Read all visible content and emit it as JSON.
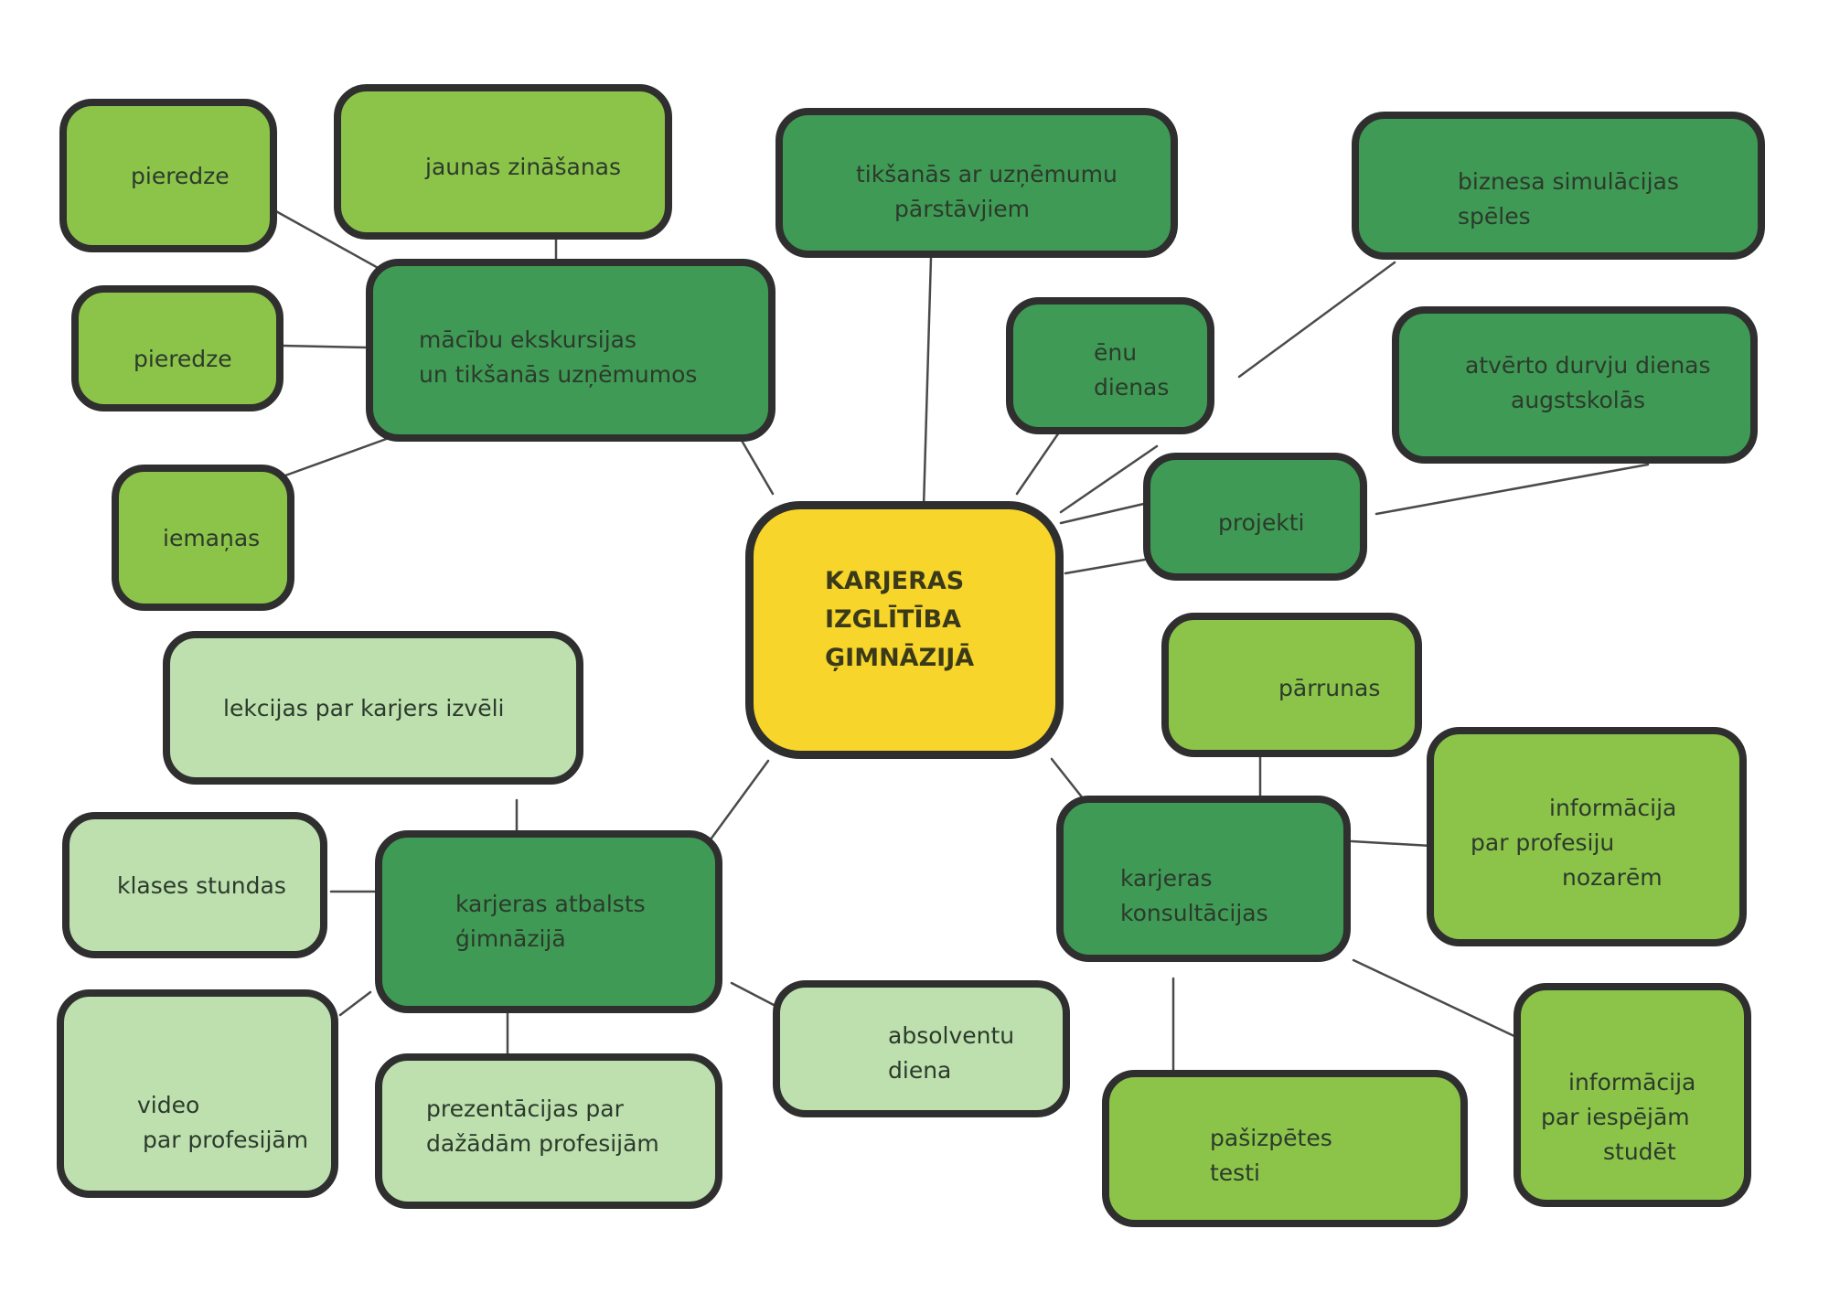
{
  "center": {
    "lines": [
      "KARJERAS",
      "IZGLĪTĪBA",
      "ĢIMNĀZIJĀ"
    ]
  },
  "nodes": [
    {
      "id": "pieredze-1",
      "lines": [
        "pieredze"
      ]
    },
    {
      "id": "jaunas-zinasanas",
      "lines": [
        "jaunas zināšanas"
      ]
    },
    {
      "id": "tiksanas-ar-uznemumu",
      "lines": [
        "tikšanās ar uzņēmumu",
        "pārstāvjiem"
      ]
    },
    {
      "id": "biznesa-simulacijas",
      "lines": [
        "biznesa simulācijas",
        "spēles"
      ]
    },
    {
      "id": "pieredze-2",
      "lines": [
        "pieredze"
      ]
    },
    {
      "id": "macibu-ekskursijas",
      "lines": [
        "mācību ekskursijas",
        "un tikšanās uzņēmumos"
      ]
    },
    {
      "id": "enu-dienas",
      "lines": [
        "ēnu",
        "dienas"
      ]
    },
    {
      "id": "atverto-durvju",
      "lines": [
        "atvērto durvju dienas",
        "augstskolās"
      ]
    },
    {
      "id": "iemanas",
      "lines": [
        "iemaņas"
      ]
    },
    {
      "id": "projekti",
      "lines": [
        "projekti"
      ]
    },
    {
      "id": "lekcijas",
      "lines": [
        "lekcijas par karjers izvēli"
      ]
    },
    {
      "id": "parrunas",
      "lines": [
        "pārrunas"
      ]
    },
    {
      "id": "informacija-nozarem",
      "lines": [
        "informācija",
        "par profesiju",
        "nozarēm"
      ]
    },
    {
      "id": "klases-stundas",
      "lines": [
        "klases stundas"
      ]
    },
    {
      "id": "karjeras-atbalsts",
      "lines": [
        "karjeras atbalsts",
        "ģimnāzijā"
      ]
    },
    {
      "id": "karjeras-konsultacijas",
      "lines": [
        "karjeras",
        "konsultācijas"
      ]
    },
    {
      "id": "absolventu-diena",
      "lines": [
        "absolventu",
        "diena"
      ]
    },
    {
      "id": "video",
      "lines": [
        "video",
        "par profesijām"
      ]
    },
    {
      "id": "prezentacijas",
      "lines": [
        "prezentācijas par",
        "dažādām profesijām"
      ]
    },
    {
      "id": "pasizpetes-testi",
      "lines": [
        "pašizpētes",
        "testi"
      ]
    },
    {
      "id": "informacija-studet",
      "lines": [
        "informācija",
        "par iespējām",
        "studēt"
      ]
    }
  ],
  "colors": {
    "dark": "#3f9a55",
    "mid": "#8cc44a",
    "light": "#bde0ae",
    "center": "#f7d52a",
    "border": "#2f2f2f"
  }
}
